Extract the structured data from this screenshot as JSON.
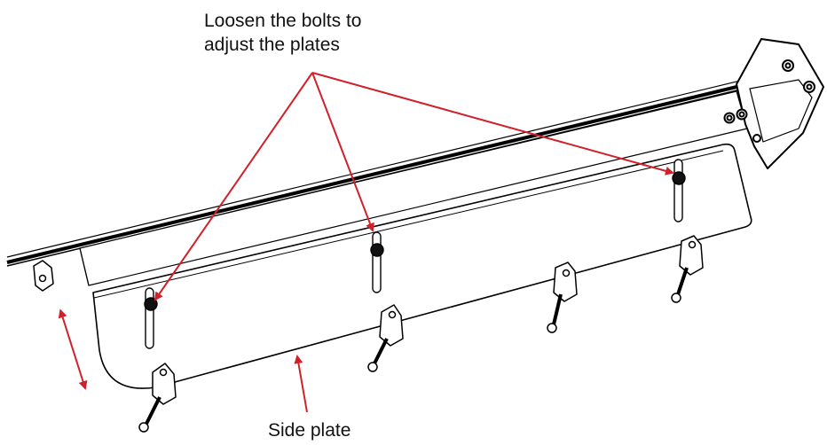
{
  "callouts": {
    "bolts": {
      "line1": "Loosen the bolts to",
      "line2": "adjust the plates"
    },
    "side_plate": "Side plate"
  },
  "colors": {
    "arrow": "#d0202a",
    "linework": "#000000",
    "background": "#ffffff"
  },
  "icons": {
    "adjust_direction": "double-headed-arrow"
  }
}
